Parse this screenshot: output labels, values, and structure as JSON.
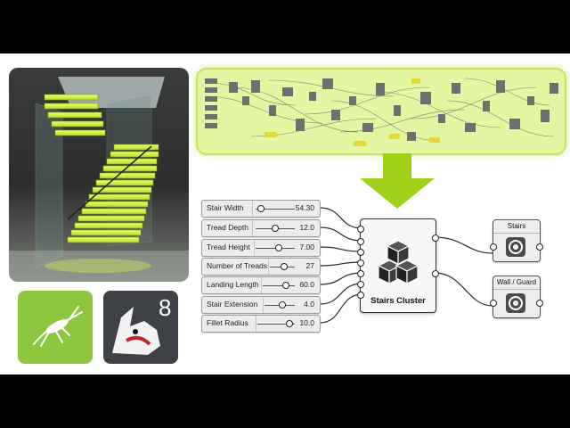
{
  "inputs": [
    {
      "label": "Stair Width",
      "value": "54.30",
      "level": 0.05
    },
    {
      "label": "Tread Depth",
      "value": "12.0",
      "level": 0.55
    },
    {
      "label": "Tread Height",
      "value": "7.00",
      "level": 0.6
    },
    {
      "label": "Number of Treads",
      "value": "27",
      "level": 0.7
    },
    {
      "label": "Landing Length",
      "value": "60.0",
      "level": 0.75
    },
    {
      "label": "Stair Extension",
      "value": "4.0",
      "level": 0.65
    },
    {
      "label": "Fillet Radius",
      "value": "10.0",
      "level": 0.7
    }
  ],
  "cluster": {
    "label": "Stairs Cluster"
  },
  "outputs": [
    {
      "label": "Stairs"
    },
    {
      "label": "Wall / Guard"
    }
  ],
  "rhino_logo": {
    "version": "8"
  },
  "colors": {
    "accent": "#a6d52a",
    "panel": "#e3f7a3",
    "grasshopper": "#8cc63f",
    "rhino": "#3e4246"
  },
  "icons": {
    "grasshopper": "grasshopper-logo-icon",
    "rhino": "rhino-logo-icon",
    "cluster": "cubes-icon",
    "param": "geometry-param-icon"
  }
}
